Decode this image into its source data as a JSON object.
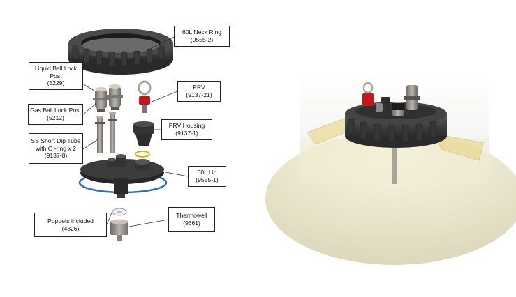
{
  "labels": {
    "neck_ring": {
      "name": "60L Neck Ring",
      "code": "(9555-2)"
    },
    "liquid_post": {
      "line1": "Liquid Ball Lock",
      "line2": "Post",
      "code": "(5229)"
    },
    "prv": {
      "name": "PRV",
      "code": "(9137-21)"
    },
    "gas_post": {
      "name": "Gas Ball Lock Post",
      "code": "(5212)"
    },
    "prv_housing": {
      "name": "PRV Housing",
      "code": "(9137-1)"
    },
    "dip_tube": {
      "line1": "SS Short Dip Tube",
      "line2": "with O -ring x 2",
      "code": "(9137-8)"
    },
    "lid": {
      "name": "60L Lid",
      "code": "(9555-1)"
    },
    "poppets": {
      "name": "Poppets included",
      "code": "(4826)"
    },
    "thermowell": {
      "name": "Thermowell",
      "code": "(9661)"
    }
  },
  "colors": {
    "plastic": "#3a3a3a",
    "steel": "#8e8a83",
    "prv_red": "#c4161c",
    "oring_blue": "#2f6fb5",
    "oring_yellow": "#d9b200",
    "vessel": "#f1ecd0"
  }
}
